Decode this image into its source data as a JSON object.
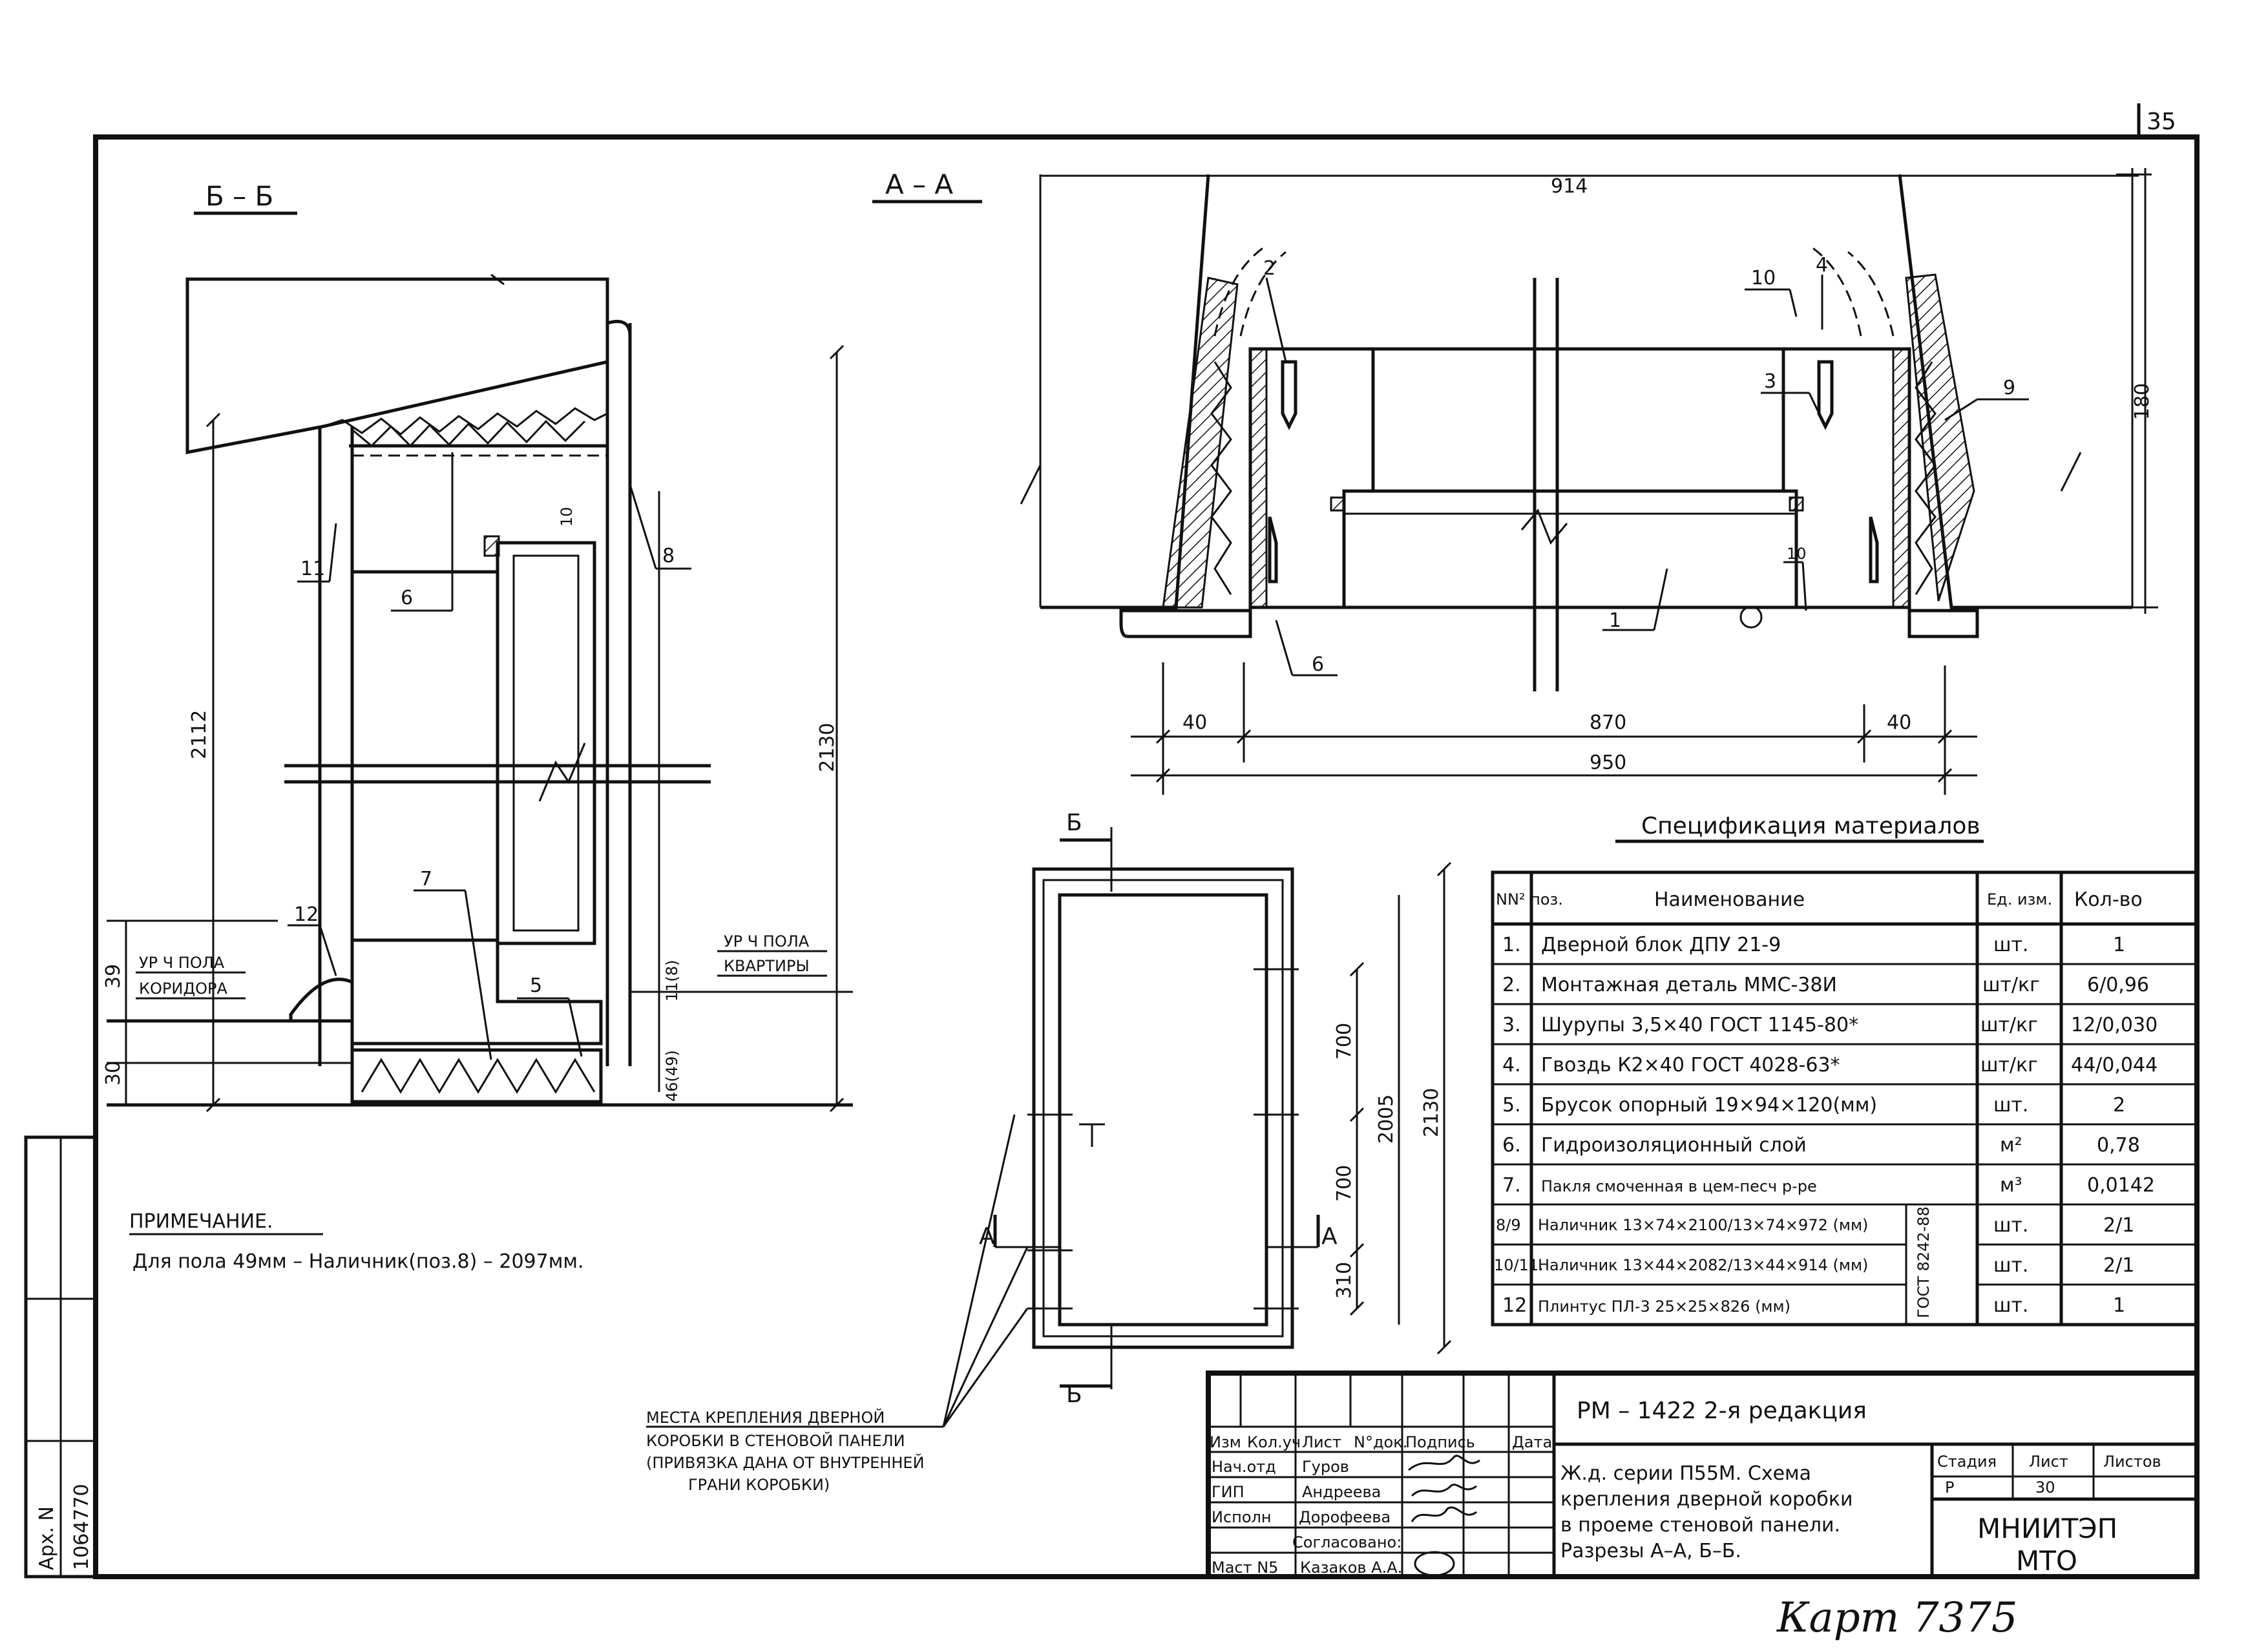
{
  "sheet_number": "35",
  "views": {
    "section_bb": "Б – Б",
    "section_aa": "А – А",
    "cut_letter_b": "Б",
    "cut_letter_a": "А"
  },
  "dimensions": {
    "dim_914": "914",
    "dim_180": "180",
    "dim_40a": "40",
    "dim_870": "870",
    "dim_40b": "40",
    "dim_950": "950",
    "dim_2112": "2112",
    "dim_2130": "2130",
    "dim_39": "39",
    "dim_30": "30",
    "dim_10": "10",
    "dim_11_8": "11(8)",
    "dim_46_49": "46(49)",
    "dim_700a": "700",
    "dim_700b": "700",
    "dim_310": "310",
    "dim_2005": "2005",
    "dim_2130_elev": "2130"
  },
  "callouts": [
    "1",
    "2",
    "3",
    "4",
    "5",
    "6",
    "6",
    "7",
    "8",
    "9",
    "10",
    "10",
    "11",
    "12"
  ],
  "floor_labels": {
    "corridor_line1": "УР Ч ПОЛА",
    "corridor_line2": "КОРИДОРА",
    "apartment_line1": "УР Ч ПОЛА",
    "apartment_line2": "КВАРТИРЫ"
  },
  "note": {
    "title": "ПРИМЕЧАНИЕ.",
    "text": "Для пола 49мм – Наличник(поз.8) – 2097мм."
  },
  "fastening_note": {
    "line1": "МЕСТА КРЕПЛЕНИЯ ДВЕРНОЙ",
    "line2": "КОРОБКИ В СТЕНОВОЙ ПАНЕЛИ",
    "line3": "(ПРИВЯЗКА ДАНА ОТ ВНУТРЕННЕЙ",
    "line4": "ГРАНИ КОРОБКИ)"
  },
  "spec": {
    "title": "Спецификация материалов",
    "headers": [
      "NN² поз.",
      "Наименование",
      "Ед. изм.",
      "Кол-во"
    ],
    "rows": [
      [
        "1.",
        "Дверной блок ДПУ 21-9",
        "шт.",
        "1"
      ],
      [
        "2.",
        "Монтажная деталь ММС-38И",
        "шт/кг",
        "6/0,96"
      ],
      [
        "3.",
        "Шурупы 3,5×40 ГОСТ 1145-80*",
        "шт/кг",
        "12/0,030"
      ],
      [
        "4.",
        "Гвоздь К2×40 ГОСТ 4028-63*",
        "шт/кг",
        "44/0,044"
      ],
      [
        "5.",
        "Брусок опорный 19×94×120(мм)",
        "шт.",
        "2"
      ],
      [
        "6.",
        "Гидроизоляционный слой",
        "м²",
        "0,78"
      ],
      [
        "7.",
        "Пакля смоченная в цем-песч р-ре",
        "м³",
        "0,0142"
      ],
      [
        "8/9",
        "Наличник 13×74×2100/13×74×972 (мм)",
        "шт.",
        "2/1"
      ],
      [
        "10/11.",
        "Наличник 13×44×2082/13×44×914 (мм)",
        "шт.",
        "2/1"
      ],
      [
        "12",
        "Плинтус ПЛ-3 25×25×826 (мм)",
        "шт.",
        "1"
      ]
    ],
    "gost_side": "ГОСТ 8242-88"
  },
  "title_block": {
    "code": "РМ – 1422 2-я редакция",
    "head_cells": [
      "Изм",
      "Кол.уч",
      "Лист",
      "N°док.",
      "Подпись",
      "Дата"
    ],
    "roles": [
      {
        "role": "Нач.отд",
        "name": "Гуров"
      },
      {
        "role": "ГИП",
        "name": "Андреева"
      },
      {
        "role": "Исполн",
        "name": "Дорофеева"
      },
      {
        "role": "Маст N5",
        "name": "Казаков А.А."
      }
    ],
    "agreed": "Согласовано:",
    "description": [
      "Ж.д. серии П55М. Схема",
      "крепления дверной коробки",
      "в проеме стеновой панели.",
      "Разрезы А–А, Б–Б."
    ],
    "stage_label": "Стадия",
    "sheet_label": "Лист",
    "sheets_label": "Листов",
    "stage": "Р",
    "sheet": "30",
    "org_line1": "МНИИТЭП",
    "org_line2": "МТО"
  },
  "side_stamp": {
    "line1": "Арх. N",
    "line2": "1064770"
  },
  "handwriting": "Карт 7375"
}
